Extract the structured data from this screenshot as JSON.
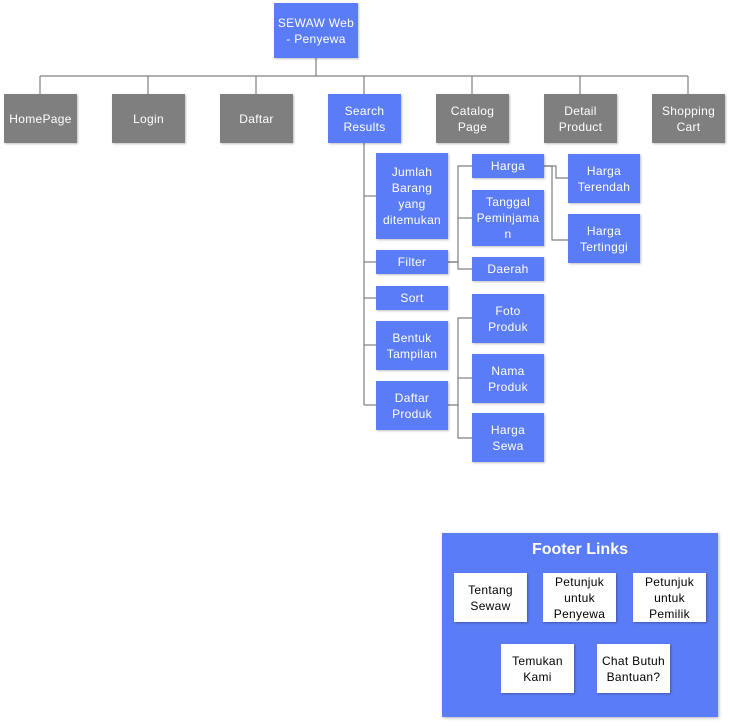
{
  "root": "SEWAW Web\n- Penyewa",
  "top_level": [
    "HomePage",
    "Login",
    "Daftar",
    "Search\nResults",
    "Catalog\nPage",
    "Detail\nProduct",
    "Shopping\nCart"
  ],
  "search_results": {
    "jumlah": "Jumlah\nBarang\nyang\nditemukan",
    "filter": "Filter",
    "sort": "Sort",
    "bentuk": "Bentuk\nTampilan",
    "daftar": "Daftar\nProduk"
  },
  "filter_options": {
    "harga": "Harga",
    "tanggal": "Tanggal\nPeminjama\nn",
    "daerah": "Daerah"
  },
  "harga_options": {
    "terendah": "Harga\nTerendah",
    "tertinggi": "Harga\nTertinggi"
  },
  "daftar_produk": {
    "foto": "Foto\nProduk",
    "nama": "Nama\nProduk",
    "harga_sewa": "Harga\nSewa"
  },
  "footer": {
    "title": "Footer Links",
    "links": [
      "Tentang\nSewaw",
      "Petunjuk\nuntuk\nPenyewa",
      "Petunjuk\nuntuk\nPemilik",
      "Temukan\nKami",
      "Chat Butuh\nBantuan?"
    ]
  },
  "colors": {
    "blue": "#5b7cf7",
    "gray": "#7f7f7f",
    "line": "#808080"
  }
}
